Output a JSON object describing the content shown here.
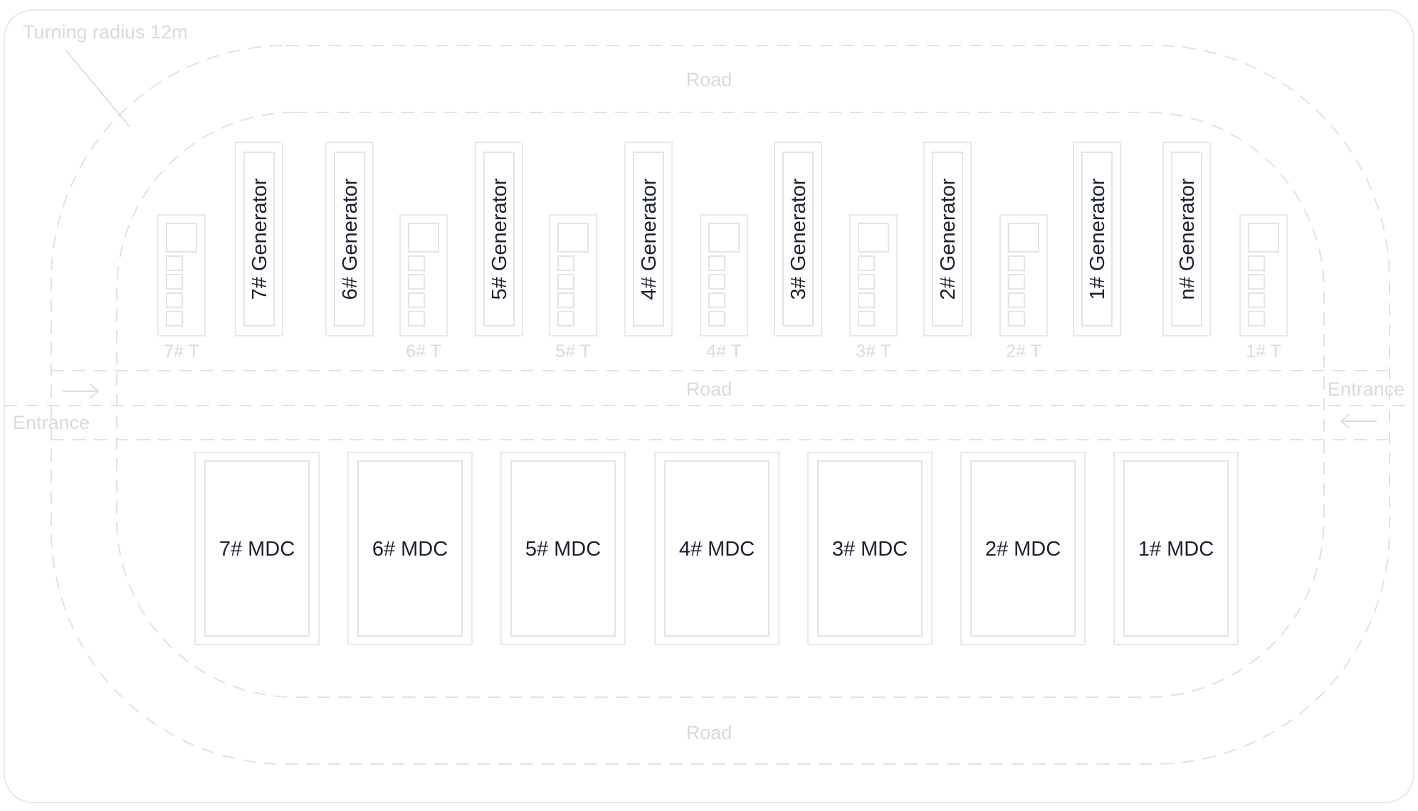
{
  "turning_radius_label": "Turning radius 12m",
  "roads": {
    "top": "Road",
    "middle": "Road",
    "bottom": "Road"
  },
  "entrances": {
    "left": "Entrance",
    "right": "Entrance"
  },
  "generators": [
    {
      "label": "7# Generator"
    },
    {
      "label": "6# Generator"
    },
    {
      "label": "5# Generator"
    },
    {
      "label": "4# Generator"
    },
    {
      "label": "3# Generator"
    },
    {
      "label": "2# Generator"
    },
    {
      "label": "1# Generator"
    },
    {
      "label": "n# Generator"
    }
  ],
  "transformers": [
    {
      "label": "7# T"
    },
    {
      "label": "6# T"
    },
    {
      "label": "5# T"
    },
    {
      "label": "4# T"
    },
    {
      "label": "3# T"
    },
    {
      "label": "2# T"
    },
    {
      "label": "1# T"
    }
  ],
  "mdcs": [
    {
      "label": "7# MDC"
    },
    {
      "label": "6# MDC"
    },
    {
      "label": "5# MDC"
    },
    {
      "label": "4# MDC"
    },
    {
      "label": "3# MDC"
    },
    {
      "label": "2# MDC"
    },
    {
      "label": "1# MDC"
    }
  ],
  "colors": {
    "text_dark": "#1b2030",
    "faint": "#d8dade",
    "line": "#e0e2e6"
  }
}
